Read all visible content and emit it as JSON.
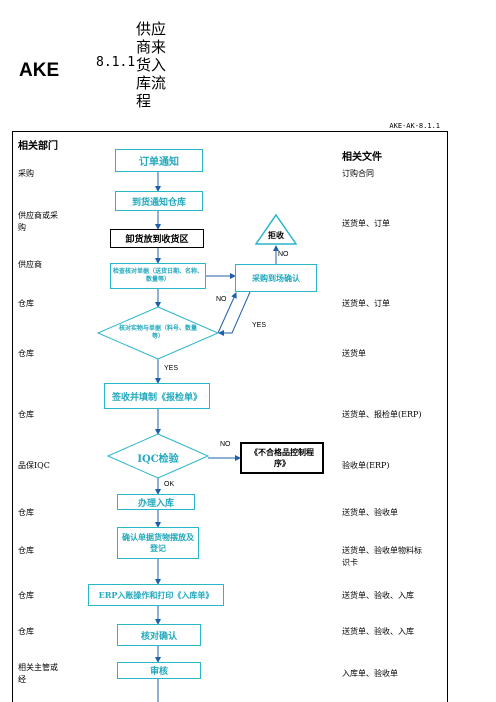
{
  "header": {
    "logo": "AKE",
    "section_number": "8.1.1",
    "title": "供应商来货入库流程",
    "doc_id": "AKE-AK-8.1.1"
  },
  "columns": {
    "dept": "相关部门",
    "docs": "相关文件"
  },
  "rows": [
    {
      "dept": "采购",
      "docs": "订购合同"
    },
    {
      "dept": "供应商或采购",
      "docs": "送货单、订单"
    },
    {
      "dept": "供应商",
      "docs": ""
    },
    {
      "dept": "仓库",
      "docs": "送货单、订单"
    },
    {
      "dept": "仓库",
      "docs": "送货单"
    },
    {
      "dept": "仓库",
      "docs": "送货单、报检单(ERP)"
    },
    {
      "dept": "品保IQC",
      "docs": "验收单(ERP)"
    },
    {
      "dept": "仓库",
      "docs": "送货单、验收单"
    },
    {
      "dept": "仓库",
      "docs": "送货单、验收单物料标识卡"
    },
    {
      "dept": "仓库",
      "docs": "送货单、验收、入库"
    },
    {
      "dept": "仓库",
      "docs": "送货单、验收、入库"
    },
    {
      "dept": "相关主管或经",
      "docs": "入库单、验收单"
    }
  ],
  "flow": {
    "order_notice": "订单通知",
    "delivery_notice": "到货通知仓库",
    "unload": "卸货放到收货区",
    "check_docs": "检查核对单据（送货日期、名称、数量等）",
    "check_goods": "核对实物与单据（料号、数量等）",
    "reject": "拒收",
    "purchase_confirm": "采购到场确认",
    "sign_inspect": "签收并填制《报检单》",
    "iqc": "IQC检验",
    "nonconform": "《不合格品控制程序》",
    "do_storage": "办理入库",
    "confirm_place": "确认单据货物摆放及登记",
    "erp_print": "ERP入账操作和打印《入库单》",
    "verify": "核对确认",
    "audit": "审核"
  },
  "labels": {
    "no": "NO",
    "yes": "YES",
    "ok": "OK"
  },
  "colors": {
    "accent": "#23a9bd",
    "border": "#29b6c9"
  }
}
